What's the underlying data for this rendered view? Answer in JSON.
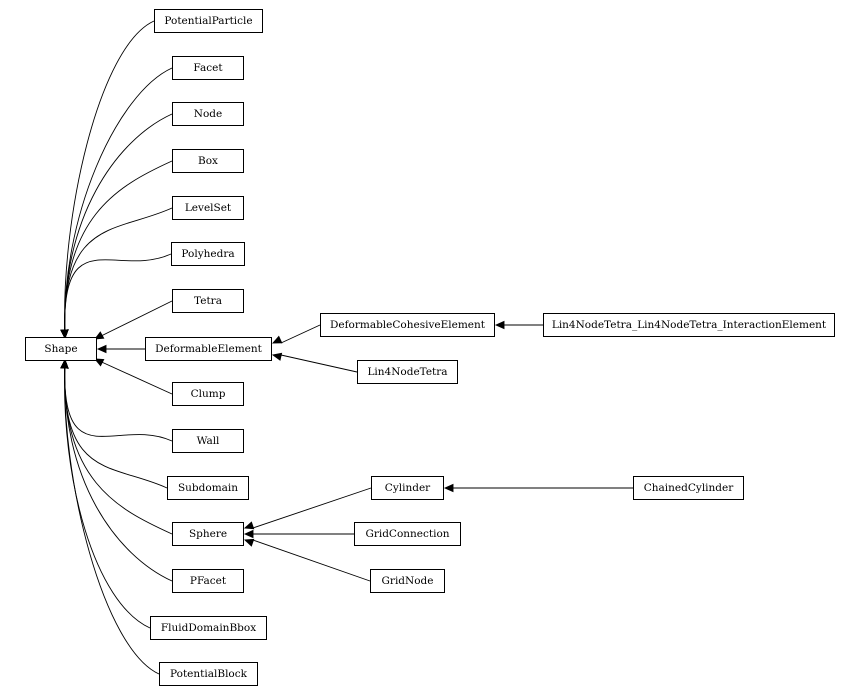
{
  "diagram": {
    "type": "class-inheritance-graph",
    "nodes": [
      {
        "id": "Shape",
        "label": "Shape"
      },
      {
        "id": "PotentialParticle",
        "label": "PotentialParticle"
      },
      {
        "id": "Facet",
        "label": "Facet"
      },
      {
        "id": "Node",
        "label": "Node"
      },
      {
        "id": "Box",
        "label": "Box"
      },
      {
        "id": "LevelSet",
        "label": "LevelSet"
      },
      {
        "id": "Polyhedra",
        "label": "Polyhedra"
      },
      {
        "id": "Tetra",
        "label": "Tetra"
      },
      {
        "id": "DeformableElement",
        "label": "DeformableElement"
      },
      {
        "id": "DeformableCohesiveElement",
        "label": "DeformableCohesiveElement"
      },
      {
        "id": "Lin4NodeTetra_Lin4NodeTetra_InteractionElement",
        "label": "Lin4NodeTetra_Lin4NodeTetra_InteractionElement"
      },
      {
        "id": "Lin4NodeTetra",
        "label": "Lin4NodeTetra"
      },
      {
        "id": "Clump",
        "label": "Clump"
      },
      {
        "id": "Wall",
        "label": "Wall"
      },
      {
        "id": "Subdomain",
        "label": "Subdomain"
      },
      {
        "id": "Cylinder",
        "label": "Cylinder"
      },
      {
        "id": "ChainedCylinder",
        "label": "ChainedCylinder"
      },
      {
        "id": "Sphere",
        "label": "Sphere"
      },
      {
        "id": "GridConnection",
        "label": "GridConnection"
      },
      {
        "id": "GridNode",
        "label": "GridNode"
      },
      {
        "id": "PFacet",
        "label": "PFacet"
      },
      {
        "id": "FluidDomainBbox",
        "label": "FluidDomainBbox"
      },
      {
        "id": "PotentialBlock",
        "label": "PotentialBlock"
      }
    ],
    "edges": [
      {
        "from": "PotentialParticle",
        "to": "Shape"
      },
      {
        "from": "Facet",
        "to": "Shape"
      },
      {
        "from": "Node",
        "to": "Shape"
      },
      {
        "from": "Box",
        "to": "Shape"
      },
      {
        "from": "LevelSet",
        "to": "Shape"
      },
      {
        "from": "Polyhedra",
        "to": "Shape"
      },
      {
        "from": "Tetra",
        "to": "Shape"
      },
      {
        "from": "DeformableElement",
        "to": "Shape"
      },
      {
        "from": "Clump",
        "to": "Shape"
      },
      {
        "from": "Wall",
        "to": "Shape"
      },
      {
        "from": "Subdomain",
        "to": "Shape"
      },
      {
        "from": "Sphere",
        "to": "Shape"
      },
      {
        "from": "PFacet",
        "to": "Shape"
      },
      {
        "from": "FluidDomainBbox",
        "to": "Shape"
      },
      {
        "from": "PotentialBlock",
        "to": "Shape"
      },
      {
        "from": "DeformableCohesiveElement",
        "to": "DeformableElement"
      },
      {
        "from": "Lin4NodeTetra",
        "to": "DeformableElement"
      },
      {
        "from": "Lin4NodeTetra_Lin4NodeTetra_InteractionElement",
        "to": "DeformableCohesiveElement"
      },
      {
        "from": "Cylinder",
        "to": "Sphere"
      },
      {
        "from": "GridConnection",
        "to": "Sphere"
      },
      {
        "from": "GridNode",
        "to": "Sphere"
      },
      {
        "from": "ChainedCylinder",
        "to": "Cylinder"
      }
    ]
  }
}
